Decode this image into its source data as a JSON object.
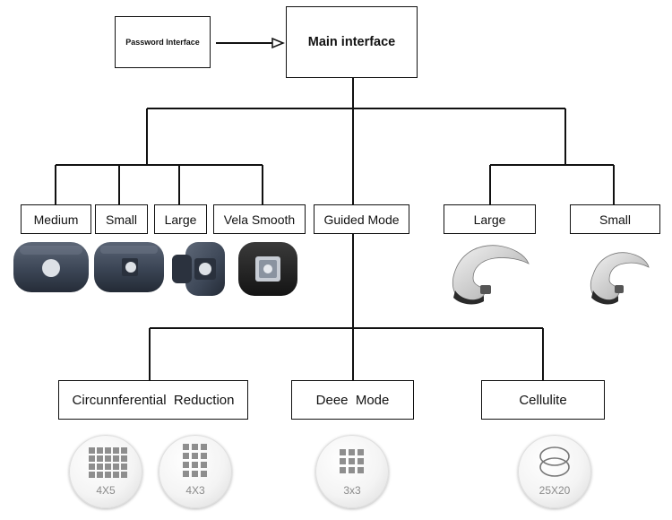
{
  "password_node": "Password Interface",
  "main_node": "Main interface",
  "level1": {
    "medium": "Medium",
    "small": "Small",
    "large": "Large",
    "vela_smooth": "Vela Smooth",
    "guided_mode": "Guided Mode",
    "handpiece_large": "Large",
    "handpiece_small": "Small"
  },
  "level2": {
    "circumferential": "Circunnferential  Reduction",
    "deep_mode": "Deee  Mode",
    "cellulite": "Cellulite"
  },
  "patterns": {
    "p4x5": "4X5",
    "p4x3": "4X3",
    "p3x3": "3x3",
    "p25x20": "25X20"
  },
  "colors": {
    "line": "#111111",
    "applicator": "#3c4656",
    "handpiece": "#d0d0d0",
    "grid": "#8e8e8e"
  },
  "icons": [
    "medium-applicator-icon",
    "small-applicator-icon",
    "large-applicator-icon",
    "vela-smooth-applicator-icon",
    "large-handpiece-icon",
    "small-handpiece-icon",
    "grid-4x5-icon",
    "grid-4x3-icon",
    "grid-3x3-icon",
    "ellipse-25x20-icon"
  ]
}
